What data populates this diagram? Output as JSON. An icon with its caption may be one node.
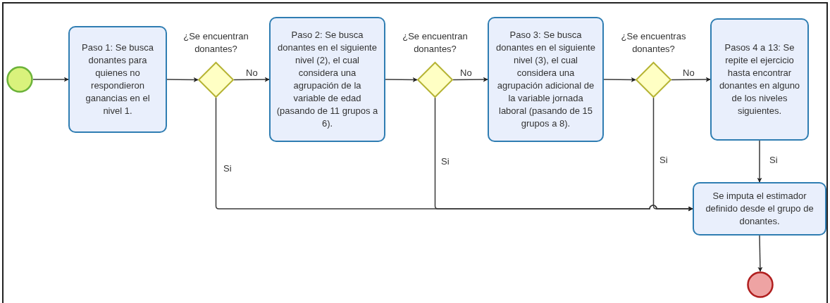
{
  "diagram": {
    "nodes": [
      {
        "text": [],
        "shape": "circle"
      },
      {
        "text": [
          "Paso 1: Se busca donantes para quienes no respondieron ganancias en el nivel 1."
        ]
      },
      {
        "text": [],
        "shape": "diamond",
        "beside": [
          "¿Se encuentran donantes?"
        ]
      },
      {
        "text": [
          "Paso 2:  Se busca donantes en el siguiente nivel (2), el cual considera una agrupación de la variable de edad (pasando de 11 grupos a 6)."
        ]
      },
      {
        "text": [],
        "shape": "diamond",
        "beside": [
          "¿Se encuentran donantes?"
        ]
      },
      {
        "text": [
          "Paso 3: Se busca donantes en el siguiente nivel (3), el cual considera una agrupación adicional de la variable jornada laboral (pasando de 15 grupos a 8)."
        ]
      },
      {
        "text": [],
        "shape": "diamond",
        "beside": [
          "¿Se encuentras donantes?"
        ]
      },
      {
        "text": [
          "Pasos 4 a 13: Se repite el ejercicio hasta encontrar donantes en alguno de los niveles siguientes."
        ]
      },
      {
        "text": [
          "Se imputa el estimador definido desde el grupo de donantes."
        ]
      },
      {
        "text": [],
        "shape": "circle"
      }
    ],
    "edges": [
      {
        "from": 0,
        "to": 1,
        "arrow": "to"
      },
      {
        "from": 1,
        "to": 2,
        "arrow": "to"
      },
      {
        "from": 2,
        "to": 3,
        "arrow": "to",
        "label": "No"
      },
      {
        "from": 3,
        "to": 4,
        "arrow": "to"
      },
      {
        "from": 4,
        "to": 5,
        "arrow": "to",
        "label": "No"
      },
      {
        "from": 5,
        "to": 6,
        "arrow": "to"
      },
      {
        "from": 6,
        "to": 7,
        "arrow": "to",
        "label": "No"
      },
      {
        "from": 7,
        "to": 8,
        "arrow": "to",
        "label": "Si"
      },
      {
        "from": 2,
        "to": 8,
        "arrow": "to",
        "label": "Si"
      },
      {
        "from": 4,
        "to": 8,
        "arrow": "to",
        "label": "Si"
      },
      {
        "from": 6,
        "to": 8,
        "arrow": "to",
        "label": "Si"
      },
      {
        "from": 8,
        "to": 9,
        "arrow": "to"
      }
    ]
  }
}
